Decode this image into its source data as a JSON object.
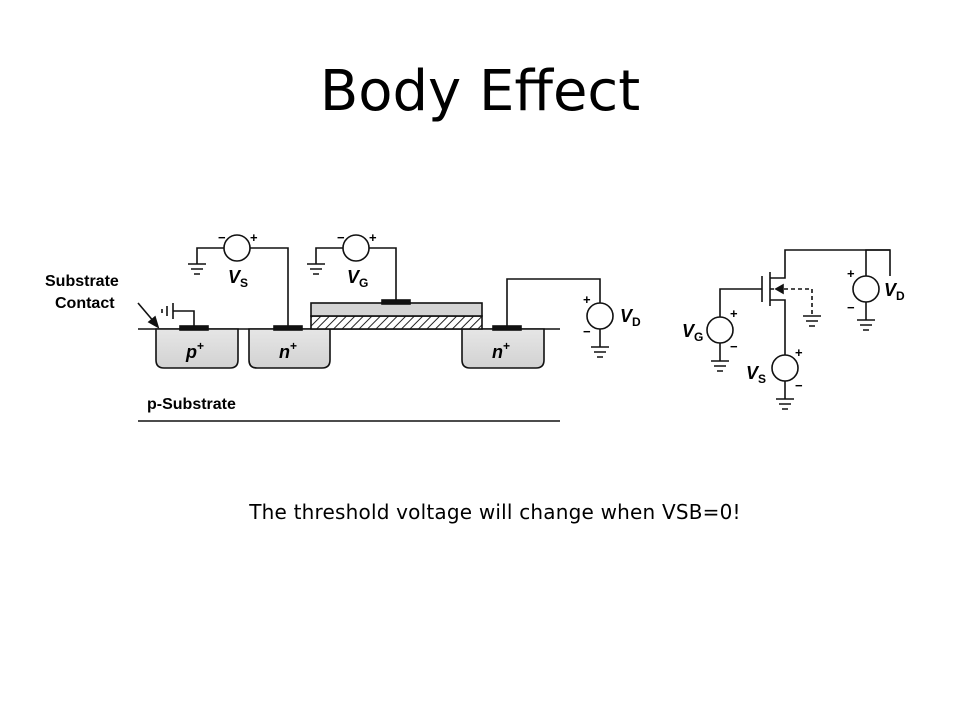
{
  "slide": {
    "title": "Body Effect",
    "caption": "The threshold voltage will change when VSB=0!"
  },
  "cross_section": {
    "substrate_contact_line1": "Substrate",
    "substrate_contact_line2": "Contact",
    "substrate_label": "p-Substrate",
    "regions": [
      {
        "main": "p",
        "sup": "+"
      },
      {
        "main": "n",
        "sup": "+"
      },
      {
        "main": "n",
        "sup": "+"
      }
    ],
    "sources": [
      {
        "symbol": "V",
        "subscript": "S"
      },
      {
        "symbol": "V",
        "subscript": "G"
      },
      {
        "symbol": "V",
        "subscript": "D"
      }
    ]
  },
  "schematic": {
    "sources": [
      {
        "symbol": "V",
        "subscript": "D"
      },
      {
        "symbol": "V",
        "subscript": "G"
      },
      {
        "symbol": "V",
        "subscript": "S"
      }
    ]
  },
  "signs": {
    "plus": "+",
    "minus": "−"
  }
}
